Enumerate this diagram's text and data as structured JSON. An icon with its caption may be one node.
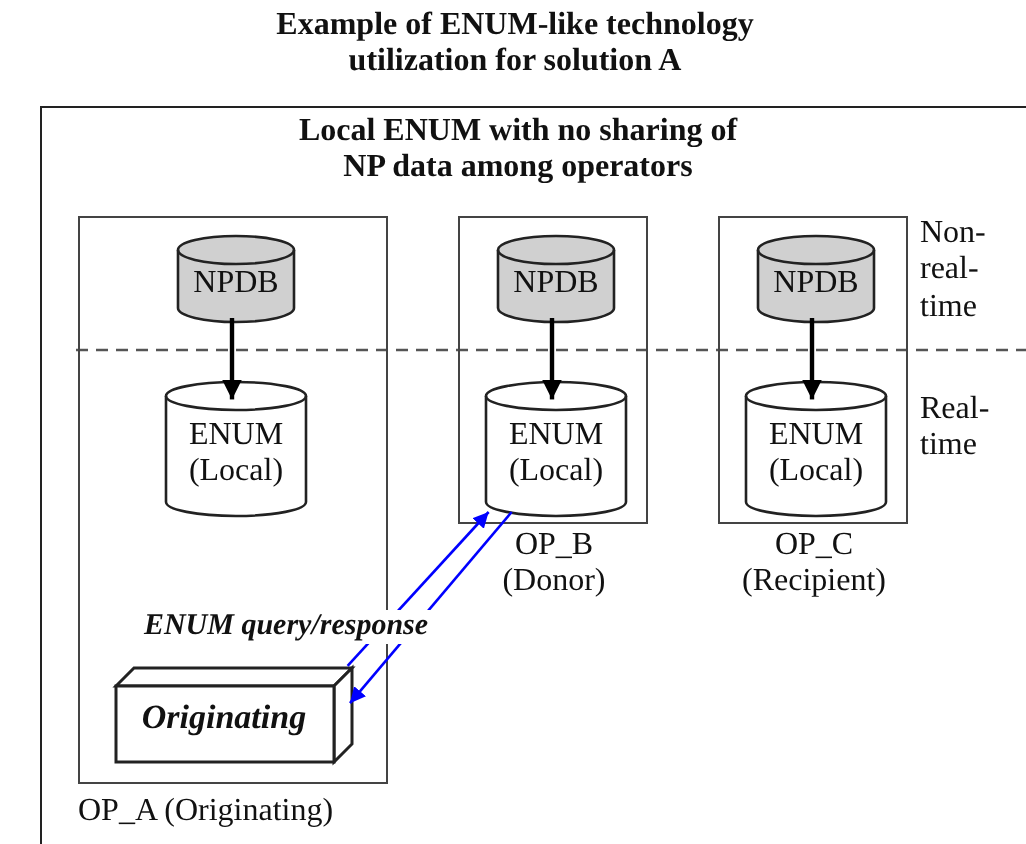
{
  "diagram": {
    "title": "Example of ENUM-like technology utilization for solution A",
    "nodes": [
      {
        "text": [
          "Local ENUM with no sharing of NP data among operators"
        ]
      },
      {
        "text": [],
        "shape": "box",
        "in": 0,
        "beside": [
          "OP_A (Originating)"
        ]
      },
      {
        "text": [
          "NPDB"
        ],
        "in": 1
      },
      {
        "text": [
          "ENUM (Local)"
        ],
        "in": 1
      },
      {
        "text": [
          "Originating"
        ],
        "in": 1
      },
      {
        "text": [],
        "shape": "box",
        "in": 0,
        "beside": [
          "OP_B (Donor)"
        ]
      },
      {
        "text": [
          "NPDB"
        ],
        "in": 5
      },
      {
        "text": [
          "ENUM (Local)"
        ],
        "in": 5
      },
      {
        "text": [],
        "shape": "box",
        "in": 0,
        "beside": [
          "OP_C (Recipient)"
        ]
      },
      {
        "text": [
          "NPDB"
        ],
        "in": 8
      },
      {
        "text": [
          "ENUM (Local)"
        ],
        "in": 8
      }
    ],
    "edges": [
      {
        "from": 2,
        "to": 3,
        "arrow": "to"
      },
      {
        "from": 6,
        "to": 7,
        "arrow": "to"
      },
      {
        "from": 9,
        "to": 10,
        "arrow": "to"
      },
      {
        "from": 4,
        "to": 7,
        "arrow": "to",
        "color": "#0000ff",
        "label": "ENUM query/response"
      },
      {
        "from": 7,
        "to": 4,
        "arrow": "to",
        "color": "#0000ff"
      }
    ],
    "labels": [
      "Non-real-time",
      "Real-time"
    ]
  }
}
